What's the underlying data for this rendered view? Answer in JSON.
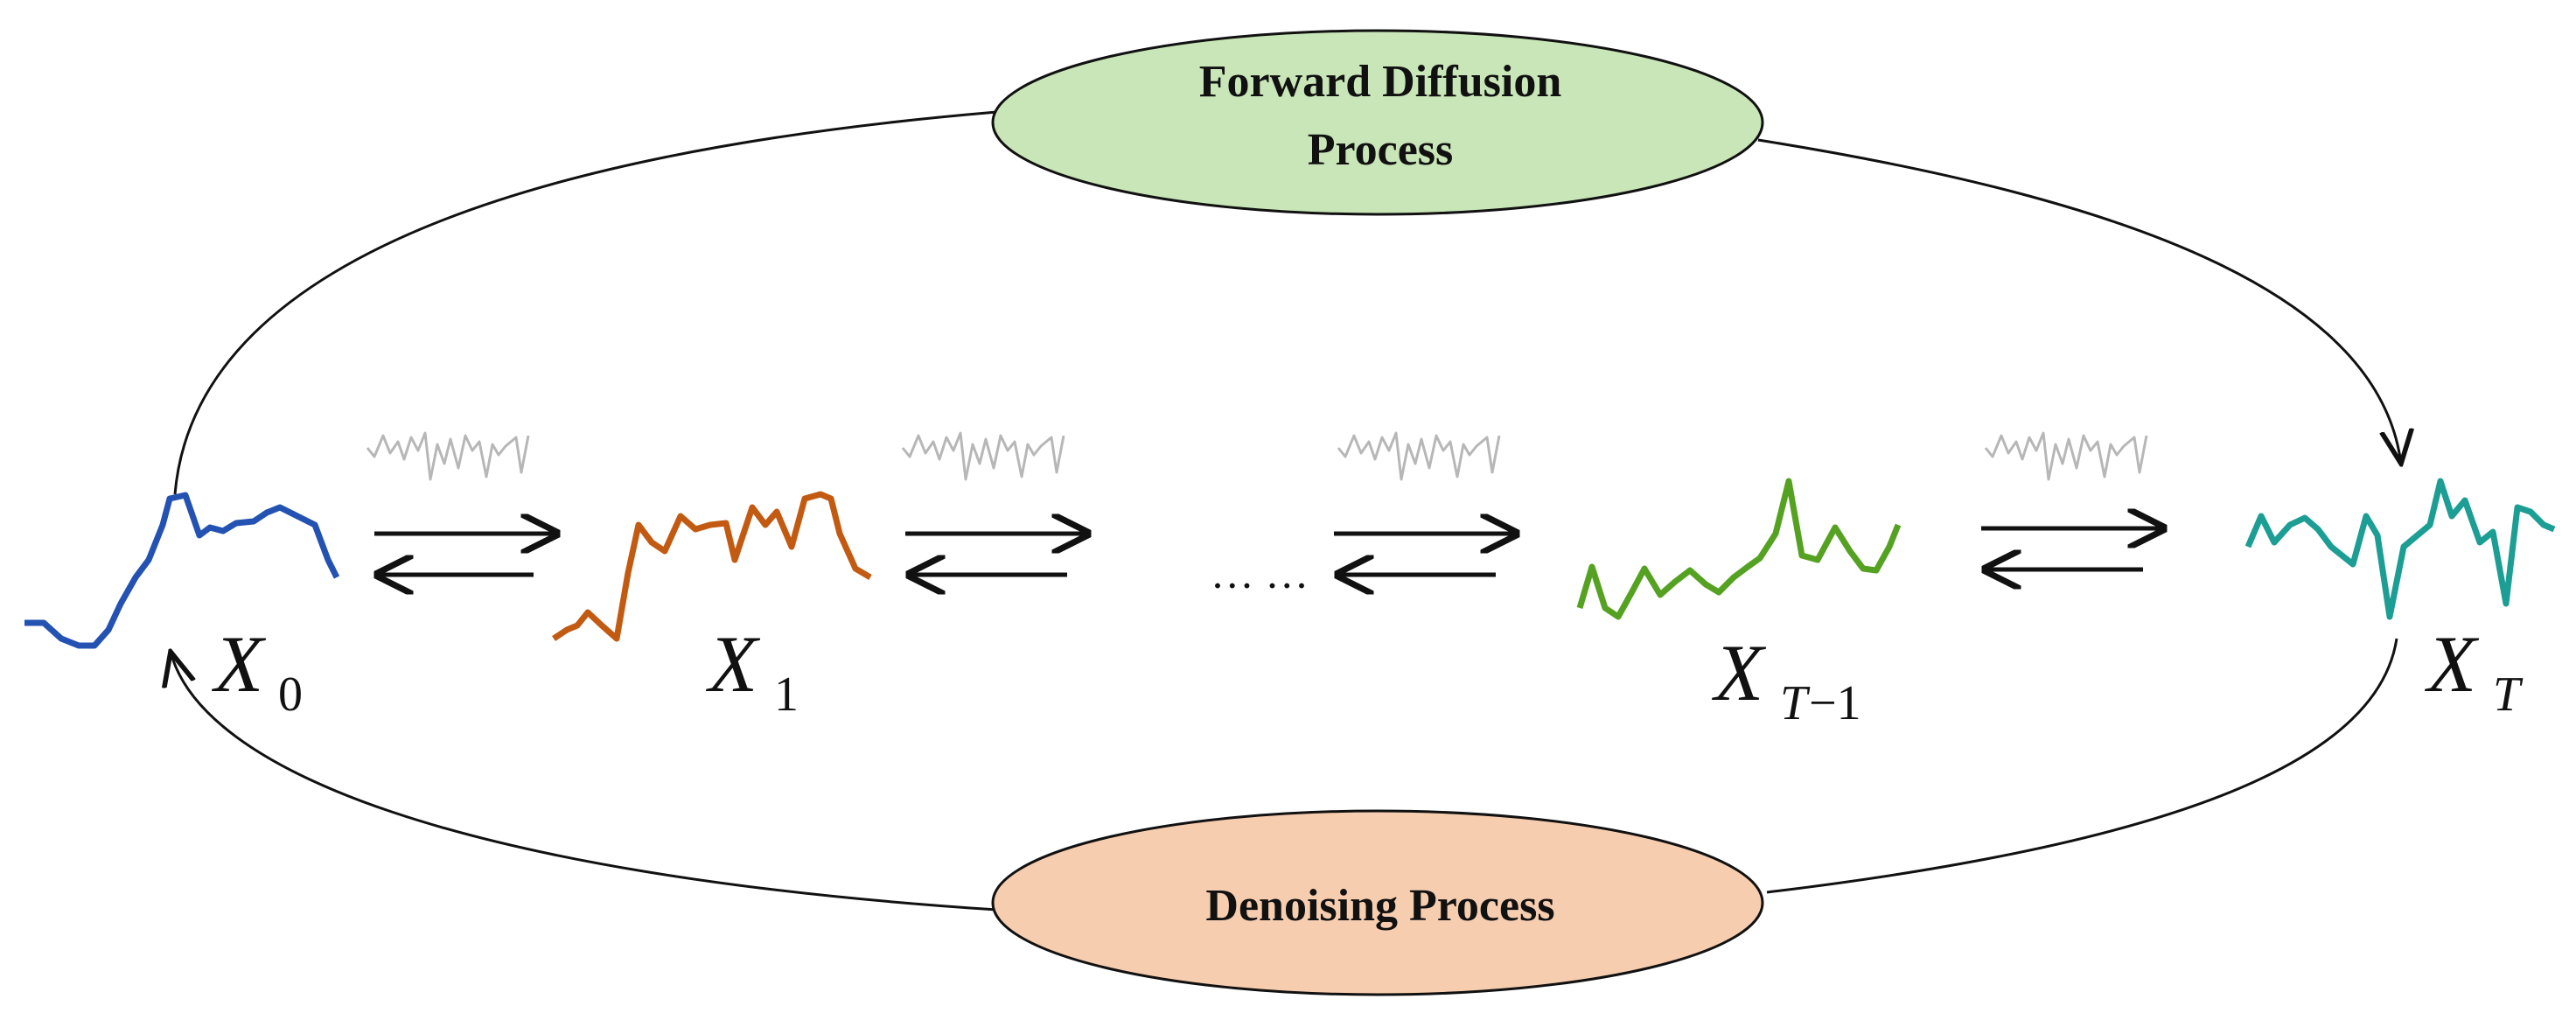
{
  "forward_label": [
    "Forward Diffusion",
    "Process"
  ],
  "denoise_label": "Denoising Process",
  "ellipsis": "… …",
  "states": [
    {
      "symbol": "X",
      "sub": "0",
      "sub_italic": false
    },
    {
      "symbol": "X",
      "sub": "1",
      "sub_italic": false
    },
    {
      "symbol": "X",
      "sub_pre": "T",
      "sub": "−1",
      "sub_italic": true
    },
    {
      "symbol": "X",
      "sub": "T",
      "sub_italic": true
    }
  ],
  "colors": {
    "forward_fill": "#c8e6b7",
    "denoise_fill": "#f7cdb0",
    "x0": "#2352b2",
    "x1": "#c25a12",
    "xt1": "#55a222",
    "xt": "#1c9e95",
    "noise": "#b7b7b7"
  }
}
